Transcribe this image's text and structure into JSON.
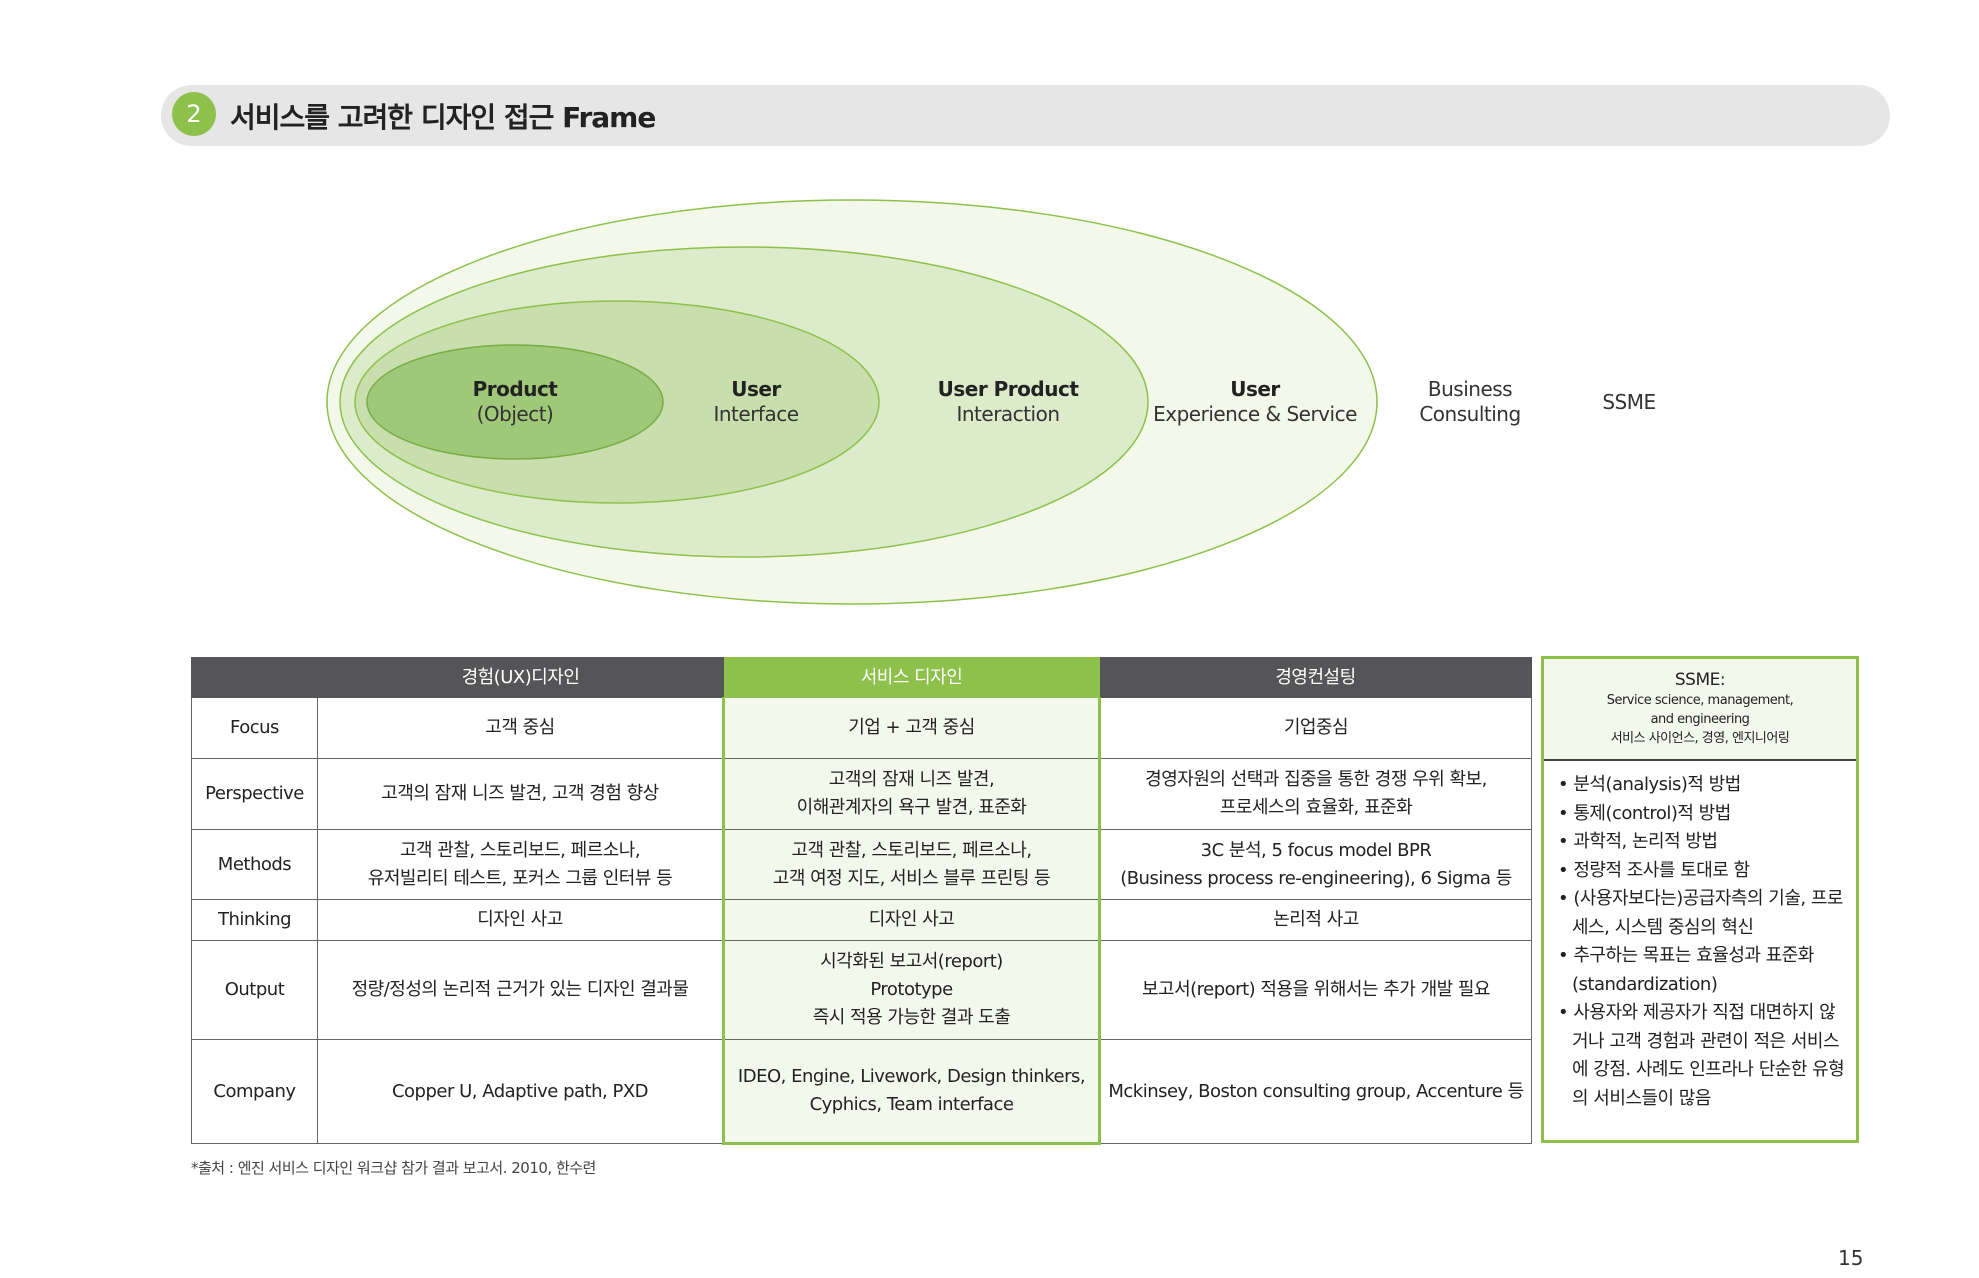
{
  "header": {
    "number": "2",
    "title": "서비스를 고려한 디자인 접근 Frame"
  },
  "diagram": {
    "labels": [
      {
        "title": "Product",
        "sub": "(Object)"
      },
      {
        "title": "User",
        "sub": "Interface"
      },
      {
        "title": "User Product",
        "sub": "Interaction"
      },
      {
        "title": "User",
        "sub": "Experience & Service"
      },
      {
        "title": "Business",
        "sub": "Consulting"
      },
      {
        "title": "SSME",
        "sub": ""
      }
    ],
    "colors": {
      "outer": "#f3f8ea",
      "second": "#dcebc9",
      "third": "#c8dfad",
      "inner": "#9fc878",
      "stroke": "#8dc14b"
    }
  },
  "table": {
    "headers": [
      "",
      "경험(UX)디자인",
      "서비스 디자인",
      "경영컨설팅"
    ],
    "rows": [
      {
        "label": "Focus",
        "cells": [
          "고객 중심",
          "기업 + 고객 중심",
          "기업중심"
        ]
      },
      {
        "label": "Perspective",
        "cells": [
          "고객의 잠재 니즈 발견, 고객 경험 향상",
          "고객의 잠재 니즈 발견,\n이해관계자의 욕구 발견, 표준화",
          "경영자원의 선택과 집중을 통한 경쟁 우위 확보,\n프로세스의 효율화, 표준화"
        ]
      },
      {
        "label": "Methods",
        "cells": [
          "고객 관찰, 스토리보드, 페르소나,\n유저빌리티 테스트, 포커스 그룹 인터뷰 등",
          "고객 관찰, 스토리보드, 페르소나,\n고객 여정 지도, 서비스 블루 프린팅 등",
          "3C 분석, 5 focus model BPR\n(Business process re-engineering), 6 Sigma 등"
        ]
      },
      {
        "label": "Thinking",
        "cells": [
          "디자인 사고",
          "디자인 사고",
          "논리적 사고"
        ]
      },
      {
        "label": "Output",
        "cells": [
          "정량/정성의 논리적 근거가 있는 디자인 결과물",
          "시각화된 보고서(report)\nPrototype\n즉시 적용 가능한 결과 도출",
          "보고서(report) 적용을 위해서는 추가 개발 필요"
        ]
      },
      {
        "label": "Company",
        "cells": [
          "Copper U, Adaptive path, PXD",
          "IDEO, Engine, Livework, Design thinkers,\nCyphics, Team interface",
          "Mckinsey, Boston consulting group, Accenture 등"
        ]
      }
    ]
  },
  "ssme": {
    "title": "SSME:",
    "line1": "Service science, management,",
    "line2": "and engineering",
    "line3": "서비스 사이언스, 경영, 엔지니어링",
    "items": [
      "분석(analysis)적 방법",
      "통제(control)적 방법",
      "과학적, 논리적 방법",
      "정량적 조사를 토대로 함",
      "(사용자보다는)공급자측의 기술, 프로세스, 시스템 중심의 혁신",
      "추구하는 목표는 효율성과 표준화 (standardization)",
      "사용자와 제공자가 직접 대면하지 않거나 고객 경험과 관련이 적은 서비스에 강점. 사례도 인프라나 단순한 유형의 서비스들이 많음"
    ]
  },
  "footnote": "*출처 : 엔진 서비스 디자인 워크샵 참가 결과 보고서. 2010, 한수련",
  "page_number": "15"
}
